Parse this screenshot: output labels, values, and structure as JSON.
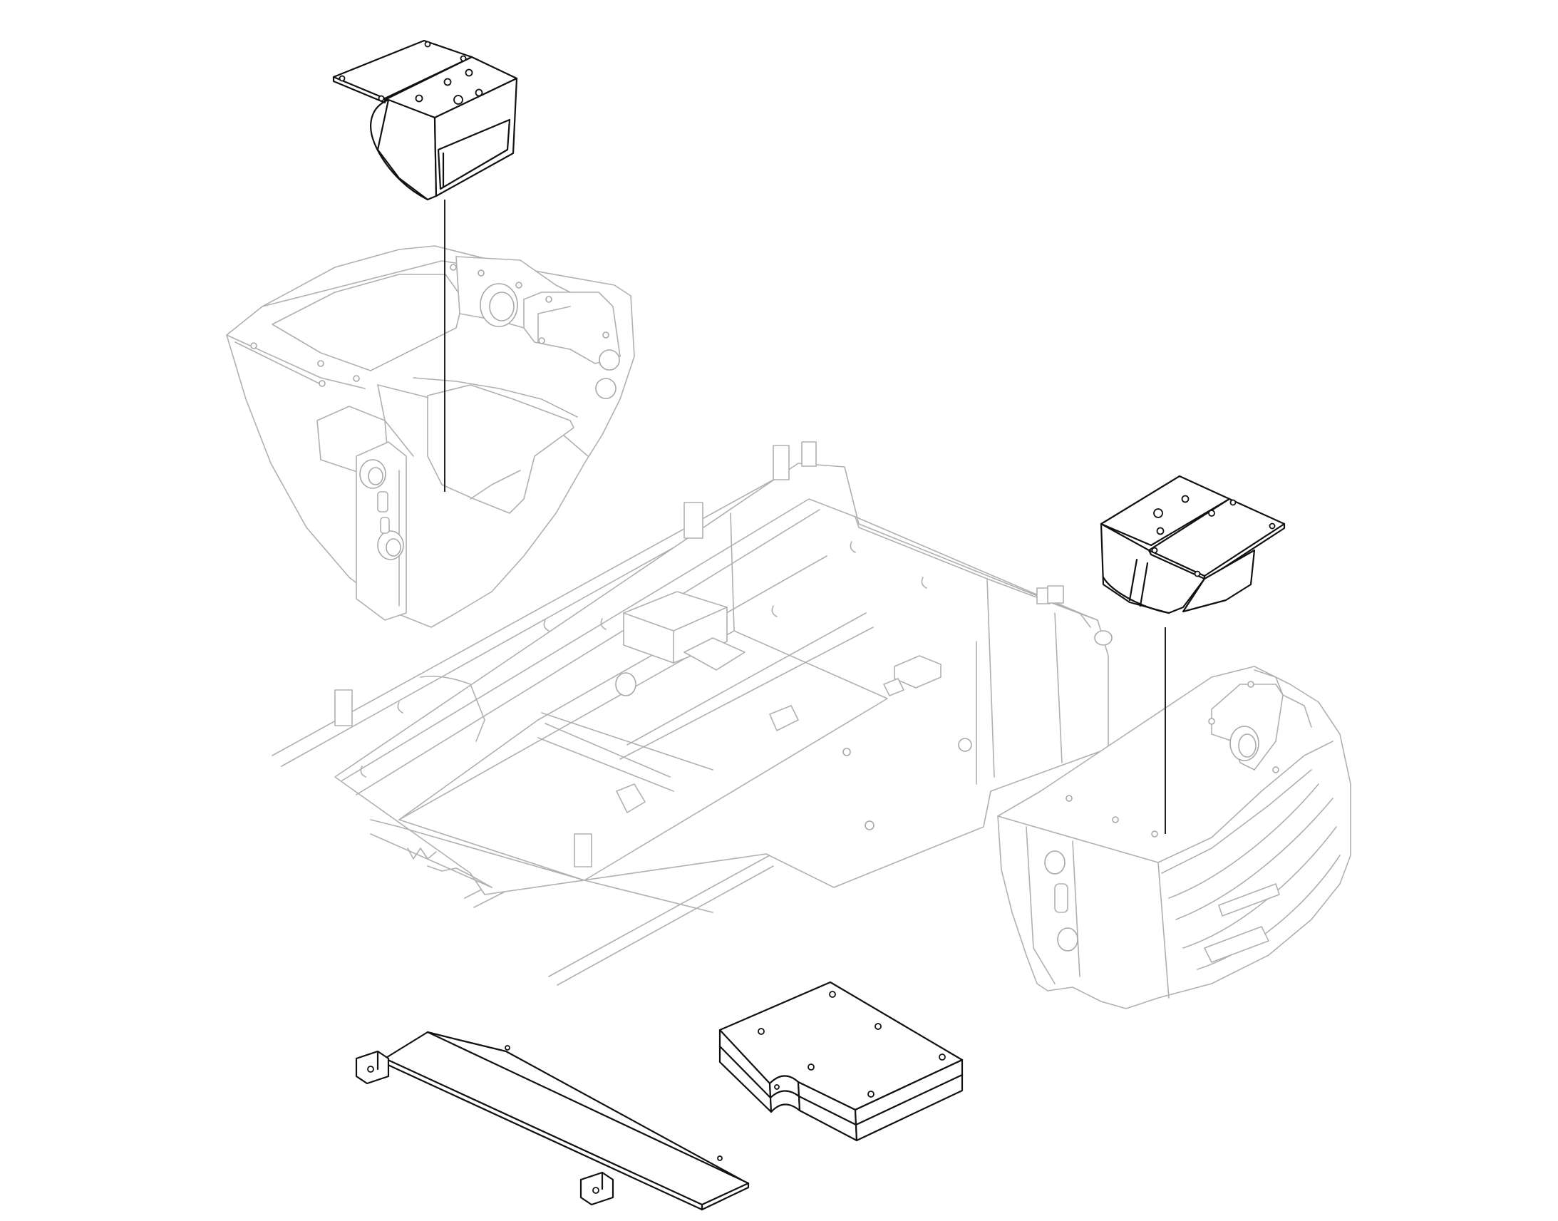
{
  "diagram": {
    "parts": [
      {
        "id": "front-counterweight-cover",
        "style": "highlighted"
      },
      {
        "id": "front-counterweight",
        "style": "context"
      },
      {
        "id": "main-frame",
        "style": "context"
      },
      {
        "id": "rear-counterweight-cover",
        "style": "highlighted"
      },
      {
        "id": "rear-counterweight",
        "style": "context"
      },
      {
        "id": "side-plate",
        "style": "highlighted"
      },
      {
        "id": "ballast-block",
        "style": "highlighted"
      }
    ],
    "colors": {
      "highlight": "#111111",
      "context": "#b0b0b0",
      "background": "#ffffff"
    }
  }
}
